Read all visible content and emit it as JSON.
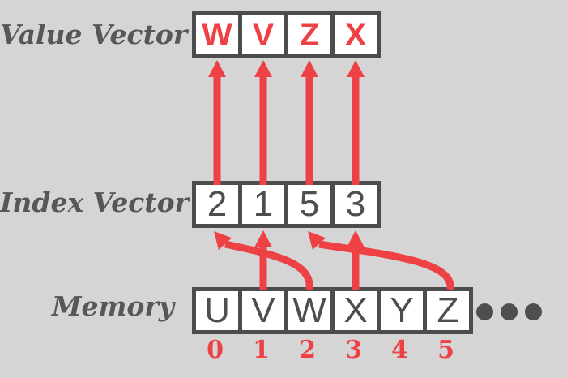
{
  "diagram": {
    "value_vector": {
      "label": "Value Vector",
      "cells": [
        "W",
        "V",
        "Z",
        "X"
      ]
    },
    "index_vector": {
      "label": "Index Vector",
      "cells": [
        "2",
        "1",
        "5",
        "3"
      ]
    },
    "memory": {
      "label": "Memory",
      "cells": [
        "U",
        "V",
        "W",
        "X",
        "Y",
        "Z"
      ],
      "indices": [
        "0",
        "1",
        "2",
        "3",
        "4",
        "5"
      ],
      "ellipsis_dot_count": 3
    },
    "arrows": {
      "index_to_value": [
        {
          "from": "index_vector.cell.0",
          "to": "value_vector.cell.0",
          "shape": "straight"
        },
        {
          "from": "index_vector.cell.1",
          "to": "value_vector.cell.1",
          "shape": "straight"
        },
        {
          "from": "index_vector.cell.2",
          "to": "value_vector.cell.2",
          "shape": "straight"
        },
        {
          "from": "index_vector.cell.3",
          "to": "value_vector.cell.3",
          "shape": "straight"
        }
      ],
      "memory_to_index": [
        {
          "from": "memory.cell.2",
          "to": "index_vector.cell.0",
          "shape": "curved"
        },
        {
          "from": "memory.cell.1",
          "to": "index_vector.cell.1",
          "shape": "straight"
        },
        {
          "from": "memory.cell.5",
          "to": "index_vector.cell.2",
          "shape": "curved"
        },
        {
          "from": "memory.cell.3",
          "to": "index_vector.cell.3",
          "shape": "straight"
        }
      ]
    }
  },
  "colors": {
    "bg": "#d5d5d5",
    "box_border": "#4c4c4c",
    "box_fill": "#ffffff",
    "red": "#ee4146",
    "cell_gray": "#4e4e4e",
    "label_gray": "#575757"
  }
}
